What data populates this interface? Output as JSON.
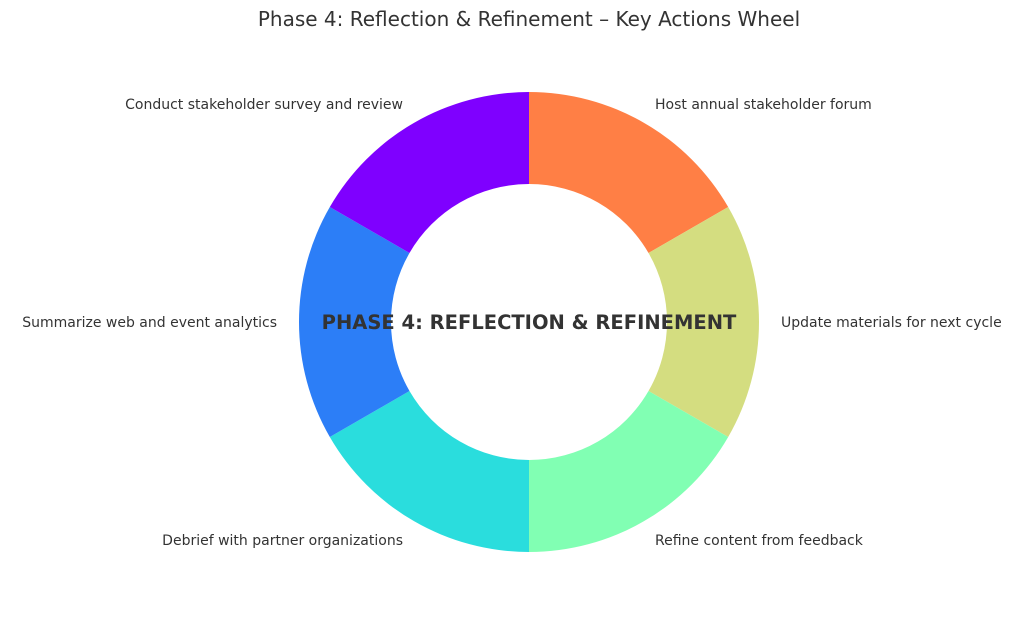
{
  "chart_data": {
    "type": "pie",
    "variant": "donut",
    "title": "Phase 4: Reflection & Refinement – Key Actions Wheel",
    "center_label": "PHASE 4: REFLECTION & REFINEMENT",
    "start": "top",
    "direction": "clockwise",
    "slices": [
      {
        "label": "Host annual stakeholder forum",
        "value": 1,
        "color": "#ff7f45"
      },
      {
        "label": "Update materials for next cycle",
        "value": 1,
        "color": "#d4dd80"
      },
      {
        "label": "Refine content from feedback",
        "value": 1,
        "color": "#81ffb3"
      },
      {
        "label": "Debrief with partner organizations",
        "value": 1,
        "color": "#2adddd"
      },
      {
        "label": "Summarize web and event analytics",
        "value": 1,
        "color": "#2c7ef7"
      },
      {
        "label": "Conduct stakeholder survey and review",
        "value": 1,
        "color": "#7f00ff"
      }
    ]
  }
}
